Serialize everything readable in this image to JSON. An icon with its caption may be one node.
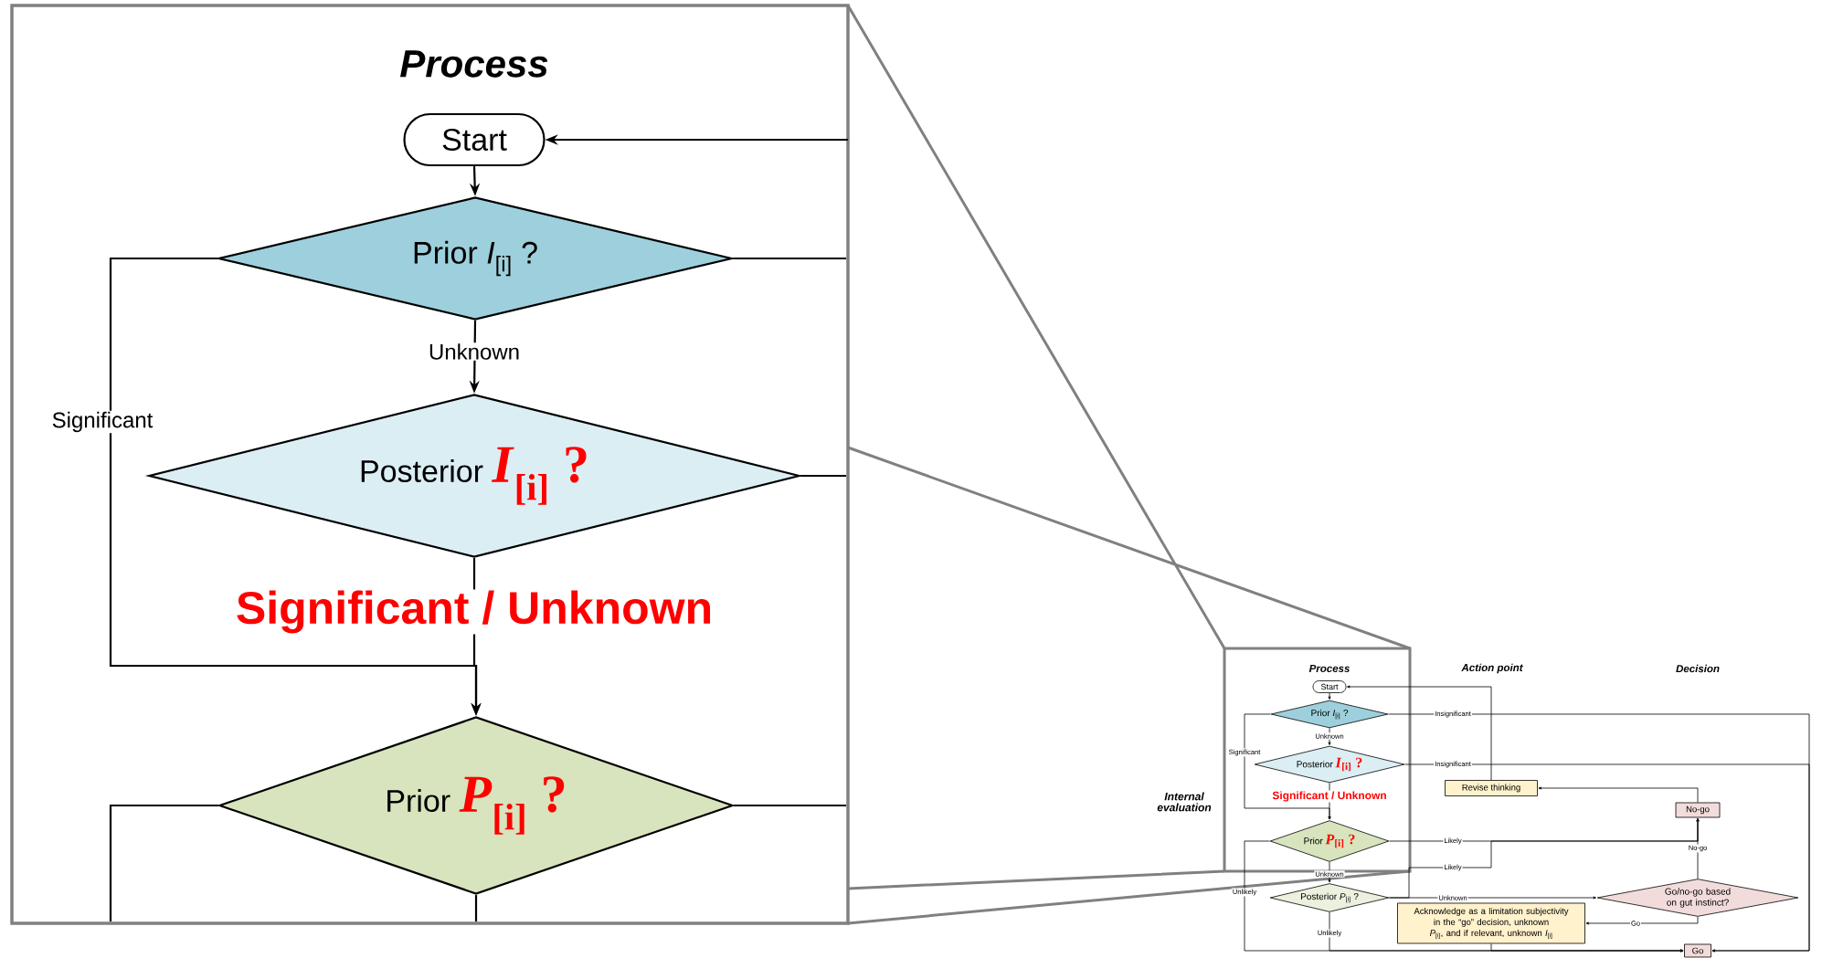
{
  "diagram": {
    "nodes": [
      {
        "text": [
          "Start"
        ]
      },
      {
        "text": [
          "Prior *I*$_{[i]}$ ?"
        ]
      },
      {
        "text": [
          "Posterior",
          "*I*$_{[i]}$ ?"
        ]
      },
      {
        "text": [
          "Prior",
          "*P*$_{[i]}$ ?"
        ]
      },
      {
        "text": [
          "Start"
        ]
      },
      {
        "text": [
          "Prior *I*$_{[i]}$ ?"
        ]
      },
      {
        "text": [
          "Posterior",
          "*I*$_{[i]}$ ?"
        ]
      },
      {
        "text": [
          "Prior",
          "*P*$_{[i]}$ ?"
        ]
      },
      {
        "text": [
          "Posterior *P*$_{[i]}$ ?"
        ]
      },
      {
        "text": [
          "Revise thinking"
        ]
      },
      {
        "text": [
          "No-go"
        ]
      },
      {
        "text": [
          "Go/no-go based on gut instinct?"
        ]
      },
      {
        "text": [
          "Acknowledge as a limitation subjectivity in the “go” decision, unknown *P*$_{[i]}$, and if relevant, unknown *I*$_{[i]}$"
        ]
      },
      {
        "text": [
          "Go"
        ]
      }
    ],
    "edges": [
      {
        "from": null,
        "to": 0,
        "arrow": "to"
      },
      {
        "from": 0,
        "to": 1,
        "arrow": "to"
      },
      {
        "from": 1,
        "to": 2,
        "arrow": "to",
        "label": "Unknown"
      },
      {
        "from": 1,
        "to": 3,
        "arrow": "to",
        "label": "Significant"
      },
      {
        "from": 2,
        "to": 3,
        "arrow": "to",
        "label": "Significant / Unknown"
      },
      {
        "from": 1,
        "to": null,
        "arrow": "none"
      },
      {
        "from": 2,
        "to": null,
        "arrow": "none"
      },
      {
        "from": 3,
        "to": null,
        "arrow": "none"
      },
      {
        "from": 3,
        "to": null,
        "arrow": "none"
      },
      {
        "from": 3,
        "to": null,
        "arrow": "none"
      },
      {
        "from": 9,
        "to": 4,
        "arrow": "to"
      },
      {
        "from": 4,
        "to": 5,
        "arrow": "to"
      },
      {
        "from": 5,
        "to": 6,
        "arrow": "to",
        "label": "Unknown"
      },
      {
        "from": 5,
        "to": 7,
        "arrow": "to",
        "label": "Significant"
      },
      {
        "from": 6,
        "to": 7,
        "arrow": "to",
        "label": "Significant / Unknown"
      },
      {
        "from": 5,
        "to": 13,
        "arrow": "to",
        "label": "Insignificant"
      },
      {
        "from": 6,
        "to": 13,
        "arrow": "to",
        "label": "Insignificant"
      },
      {
        "from": 10,
        "to": 9,
        "arrow": "to"
      },
      {
        "from": 7,
        "to": 8,
        "arrow": "to",
        "label": "Unknown"
      },
      {
        "from": 7,
        "to": 10,
        "arrow": "to",
        "label": "Likely"
      },
      {
        "from": 8,
        "to": 10,
        "arrow": "to",
        "label": "Likely"
      },
      {
        "from": 7,
        "to": 13,
        "arrow": "to",
        "label": "Unlikely"
      },
      {
        "from": 8,
        "to": 13,
        "arrow": "to",
        "label": "Unlikely"
      },
      {
        "from": 8,
        "to": 11,
        "arrow": "to",
        "label": "Unknown"
      },
      {
        "from": 11,
        "to": 10,
        "arrow": "to",
        "label": "No-go"
      },
      {
        "from": 11,
        "to": 12,
        "arrow": "to",
        "label": "Go"
      },
      {
        "from": 12,
        "to": 13,
        "arrow": "to"
      }
    ],
    "labels": [
      "Process",
      "Process",
      "Action point",
      "Decision",
      "Internal evaluation"
    ]
  }
}
